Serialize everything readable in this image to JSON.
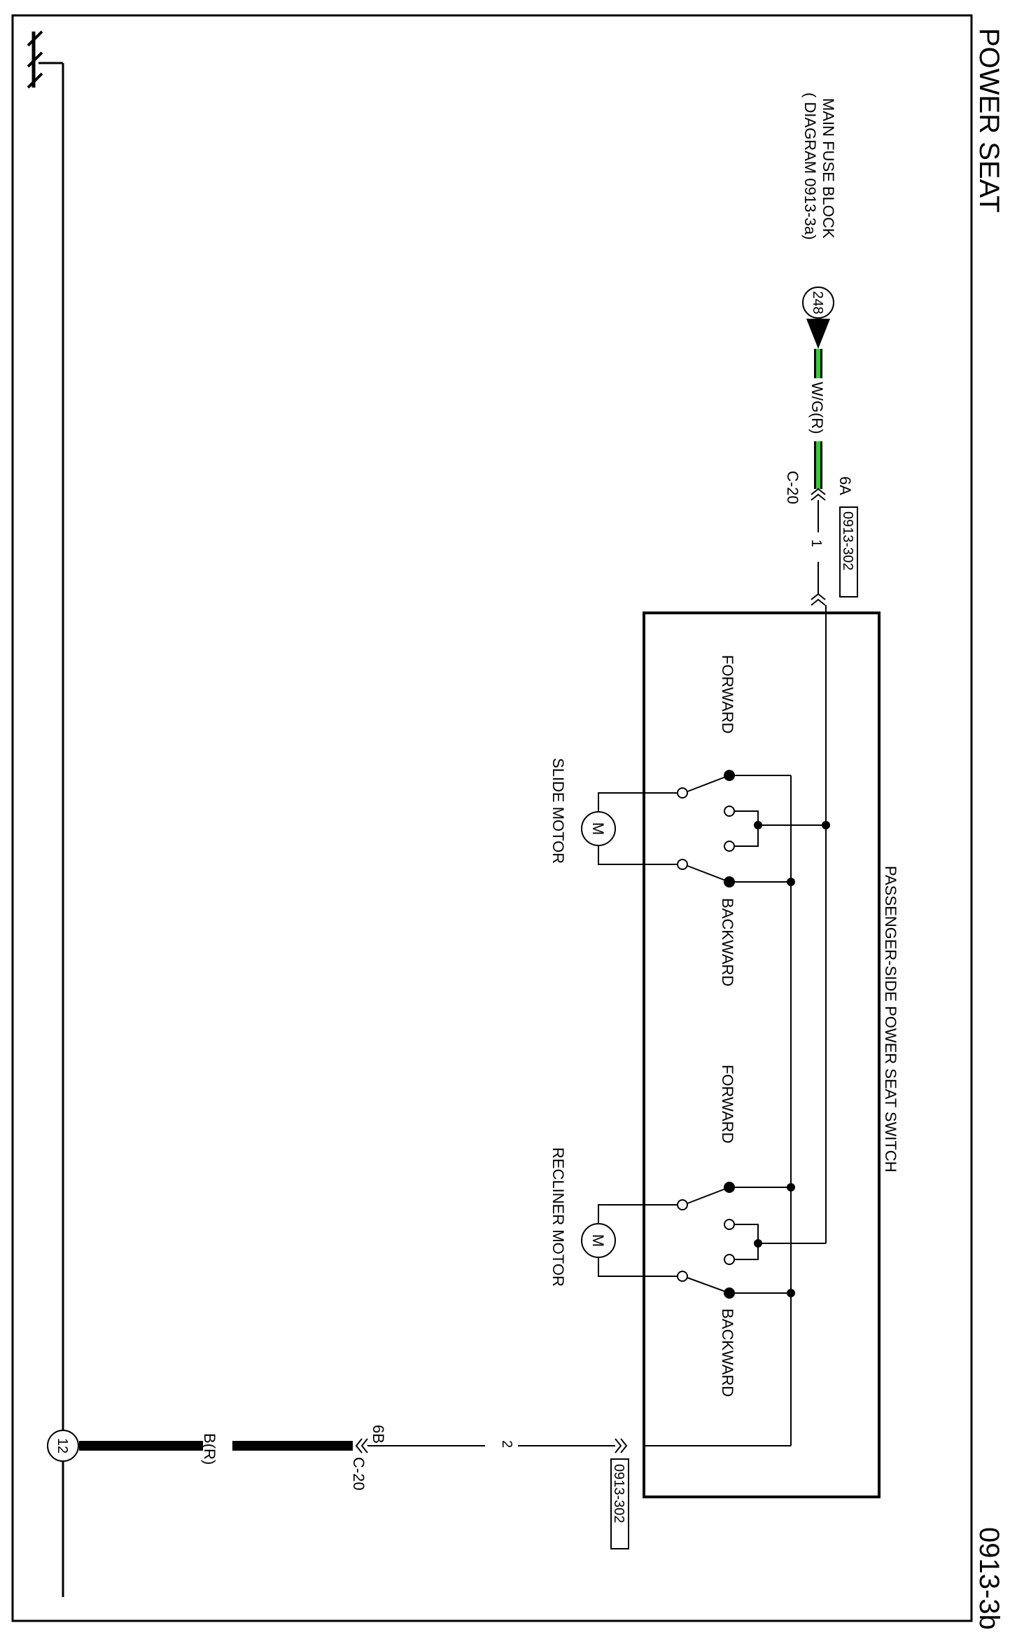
{
  "page": {
    "title": "POWER SEAT",
    "diagram_number": "0913-3b"
  },
  "fuse": {
    "name": "MAIN FUSE BLOCK",
    "reference": "( DIAGRAM 0913-3a)",
    "number": "248"
  },
  "wires": {
    "supply_color": "W/G(R)",
    "ground_color": "B(R)",
    "supply_color_hex": "#33cc33",
    "ground_color_hex": "#000000"
  },
  "connectors": {
    "top_pin": "6A",
    "top_name": "C-20",
    "top_switch_pin": "1",
    "top_ref": "0913-302",
    "bottom_pin": "6B",
    "bottom_name": "C-20",
    "bottom_switch_pin": "2",
    "bottom_ref": "0913-302"
  },
  "switch": {
    "name": "PASSENGER-SIDE POWER SEAT SWITCH",
    "slide": {
      "motor_label": "SLIDE MOTOR",
      "forward_label": "FORWARD",
      "backward_label": "BACKWARD",
      "motor_symbol": "M"
    },
    "recliner": {
      "motor_label": "RECLINER MOTOR",
      "forward_label": "FORWARD",
      "backward_label": "BACKWARD",
      "motor_symbol": "M"
    }
  },
  "ground": {
    "point_number": "12",
    "symbol": "ground-icon"
  }
}
